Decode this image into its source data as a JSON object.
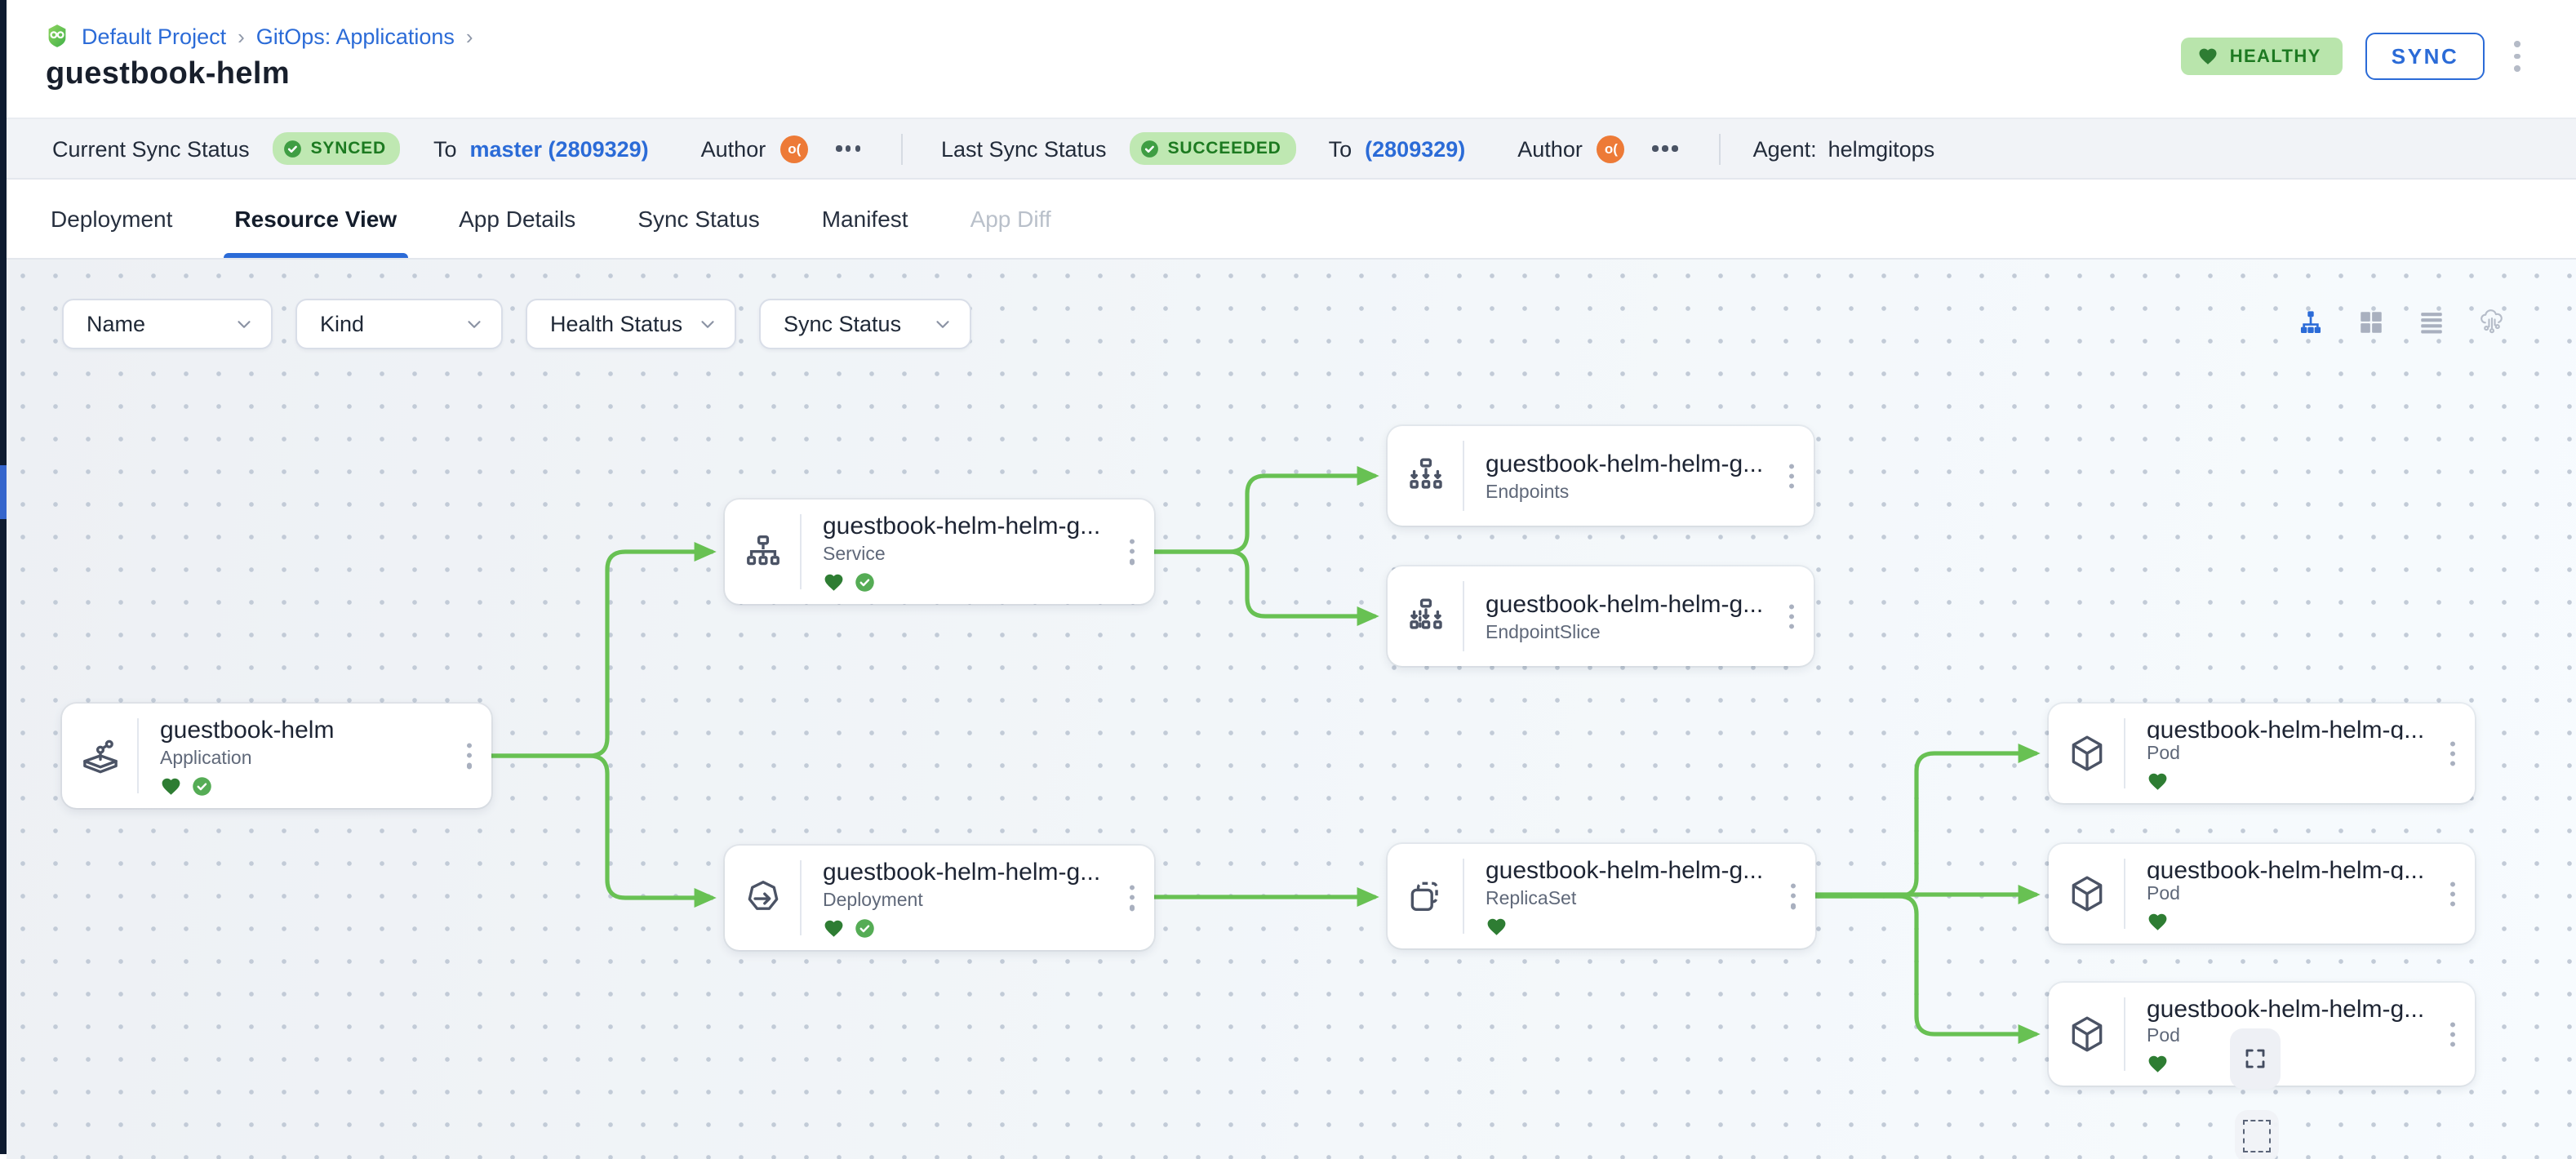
{
  "app": {
    "breadcrumb": [
      {
        "label": "Default Project"
      },
      {
        "label": "GitOps: Applications"
      }
    ],
    "breadcrumb_separator": "›",
    "title": "guestbook-helm",
    "health_badge": "HEALTHY",
    "sync_button": "SYNC"
  },
  "status_bar": {
    "current_sync": {
      "label": "Current Sync Status",
      "badge": "SYNCED",
      "to_label": "To",
      "revision": "master (2809329)",
      "author_label": "Author",
      "avatar_text": "o("
    },
    "last_sync": {
      "label": "Last Sync Status",
      "badge": "SUCCEEDED",
      "to_label": "To",
      "revision": "(2809329)",
      "author_label": "Author",
      "avatar_text": "o("
    },
    "agent": {
      "label": "Agent:",
      "value": "helmgitops"
    }
  },
  "tabs": [
    {
      "label": "Deployment",
      "state": "normal"
    },
    {
      "label": "Resource View",
      "state": "active"
    },
    {
      "label": "App Details",
      "state": "normal"
    },
    {
      "label": "Sync Status",
      "state": "normal"
    },
    {
      "label": "Manifest",
      "state": "normal"
    },
    {
      "label": "App Diff",
      "state": "disabled"
    }
  ],
  "filters": [
    {
      "label": "Name"
    },
    {
      "label": "Kind"
    },
    {
      "label": "Health Status"
    },
    {
      "label": "Sync Status"
    }
  ],
  "view_modes": [
    "tree-view",
    "grid-view",
    "list-view",
    "cluster-view"
  ],
  "canvas": {
    "nodes": [
      {
        "title": "guestbook-helm",
        "kind": "Application",
        "health": "healthy",
        "synced": true
      },
      {
        "title": "guestbook-helm-helm-g...",
        "kind": "Service",
        "health": "healthy",
        "synced": true
      },
      {
        "title": "guestbook-helm-helm-g...",
        "kind": "Deployment",
        "health": "healthy",
        "synced": true
      },
      {
        "title": "guestbook-helm-helm-g...",
        "kind": "Endpoints",
        "health": null,
        "synced": null
      },
      {
        "title": "guestbook-helm-helm-g...",
        "kind": "EndpointSlice",
        "health": null,
        "synced": null
      },
      {
        "title": "guestbook-helm-helm-g...",
        "kind": "ReplicaSet",
        "health": "healthy",
        "synced": null
      },
      {
        "title": "guestbook-helm-helm-g...",
        "kind": "Pod",
        "health": "healthy",
        "synced": null
      },
      {
        "title": "guestbook-helm-helm-g...",
        "kind": "Pod",
        "health": "healthy",
        "synced": null
      },
      {
        "title": "guestbook-helm-helm-g...",
        "kind": "Pod",
        "health": "healthy",
        "synced": null
      }
    ]
  },
  "colors": {
    "accent_blue": "#2b6bd7",
    "edge_green": "#68c153",
    "badge_bg": "#bfe8b2",
    "badge_text": "#1c7a20",
    "heart_green": "#2e7d33",
    "avatar_orange": "#ed7a37",
    "rail_dark": "#0e1b30"
  }
}
